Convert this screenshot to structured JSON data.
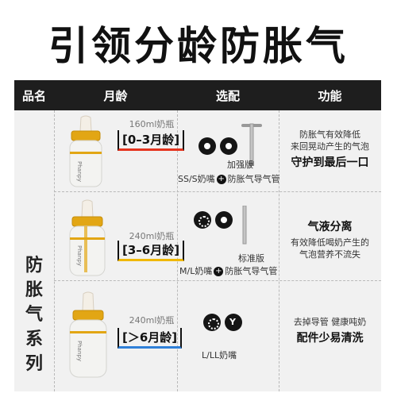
{
  "headline": "引领分龄防胀气",
  "table": {
    "headers": {
      "name": "品名",
      "age": "月龄",
      "option": "选配",
      "function": "功能"
    },
    "series_label": "防胀气系列"
  },
  "rows": [
    {
      "capacity": "160ml奶瓶",
      "age": "[0–3月龄]",
      "age_color": "#e5341f",
      "tube_label": "加强版",
      "option_text_a": "SS/S奶嘴",
      "option_text_b": "防胀气导气管",
      "func_lines": [
        "防胀气有效降低",
        "来回晃动产生的气泡"
      ],
      "func_bold": "守护到最后一口"
    },
    {
      "capacity": "240ml奶瓶",
      "age": "[3–6月龄]",
      "age_color": "#f0b800",
      "tube_label": "标准版",
      "option_text_a": "M/L奶嘴",
      "option_text_b": "防胀气导气管",
      "func_bold": "气液分离",
      "func_lines": [
        "有效降低喝奶产生的",
        "气泡营养不流失"
      ]
    },
    {
      "capacity": "240ml奶瓶",
      "age": "[＞6月龄]",
      "age_color": "#2f80d8",
      "option_text_a": "L/LL奶嘴",
      "func_lines": [
        "去掉导管  健康吨奶"
      ],
      "func_bold": "配件少易清洗"
    }
  ],
  "brand_on_bottle": "Phanpy"
}
